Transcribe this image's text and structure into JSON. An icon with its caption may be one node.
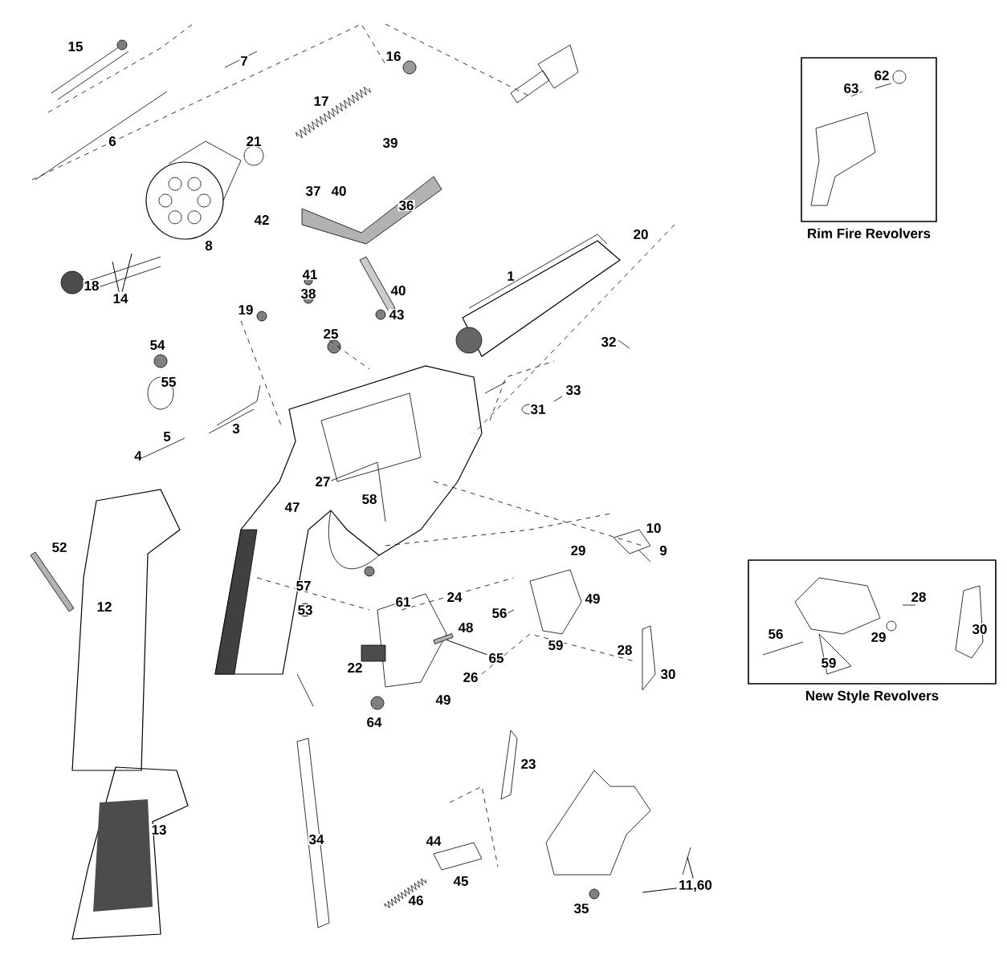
{
  "diagram": {
    "nodes": [
      {
        "text": [
          "Rim Fire Revolvers"
        ]
      },
      {
        "text": [
          "New Style Revolvers"
        ]
      },
      {
        "text": [
          "14"
        ]
      },
      {
        "text": [
          "65"
        ]
      },
      {
        "text": [
          "11,60"
        ]
      },
      {
        "text": [],
        "shape": "bar"
      }
    ],
    "edges": [
      {
        "from": 2,
        "to": null,
        "arrow": "none"
      },
      {
        "from": 2,
        "to": null,
        "arrow": "none"
      },
      {
        "from": 3,
        "to": 5,
        "arrow": "none"
      },
      {
        "from": 4,
        "to": null,
        "arrow": "none"
      },
      {
        "from": 4,
        "to": null,
        "arrow": "none"
      }
    ],
    "labels": [
      "15",
      "7",
      "16",
      "62",
      "63",
      "17",
      "39",
      "6",
      "21",
      "37",
      "40",
      "36",
      "42",
      "20",
      "8",
      "1",
      "41",
      "18",
      "40",
      "38",
      "43",
      "19",
      "25",
      "32",
      "54",
      "55",
      "33",
      "31",
      "3",
      "5",
      "4",
      "27",
      "58",
      "47",
      "52",
      "10",
      "29",
      "9",
      "12",
      "57",
      "24",
      "61",
      "53",
      "49",
      "56",
      "48",
      "59",
      "22",
      "28",
      "26",
      "30",
      "49",
      "64",
      "23",
      "13",
      "34",
      "44",
      "45",
      "46",
      "35",
      "28",
      "56",
      "30",
      "29",
      "59"
    ]
  }
}
